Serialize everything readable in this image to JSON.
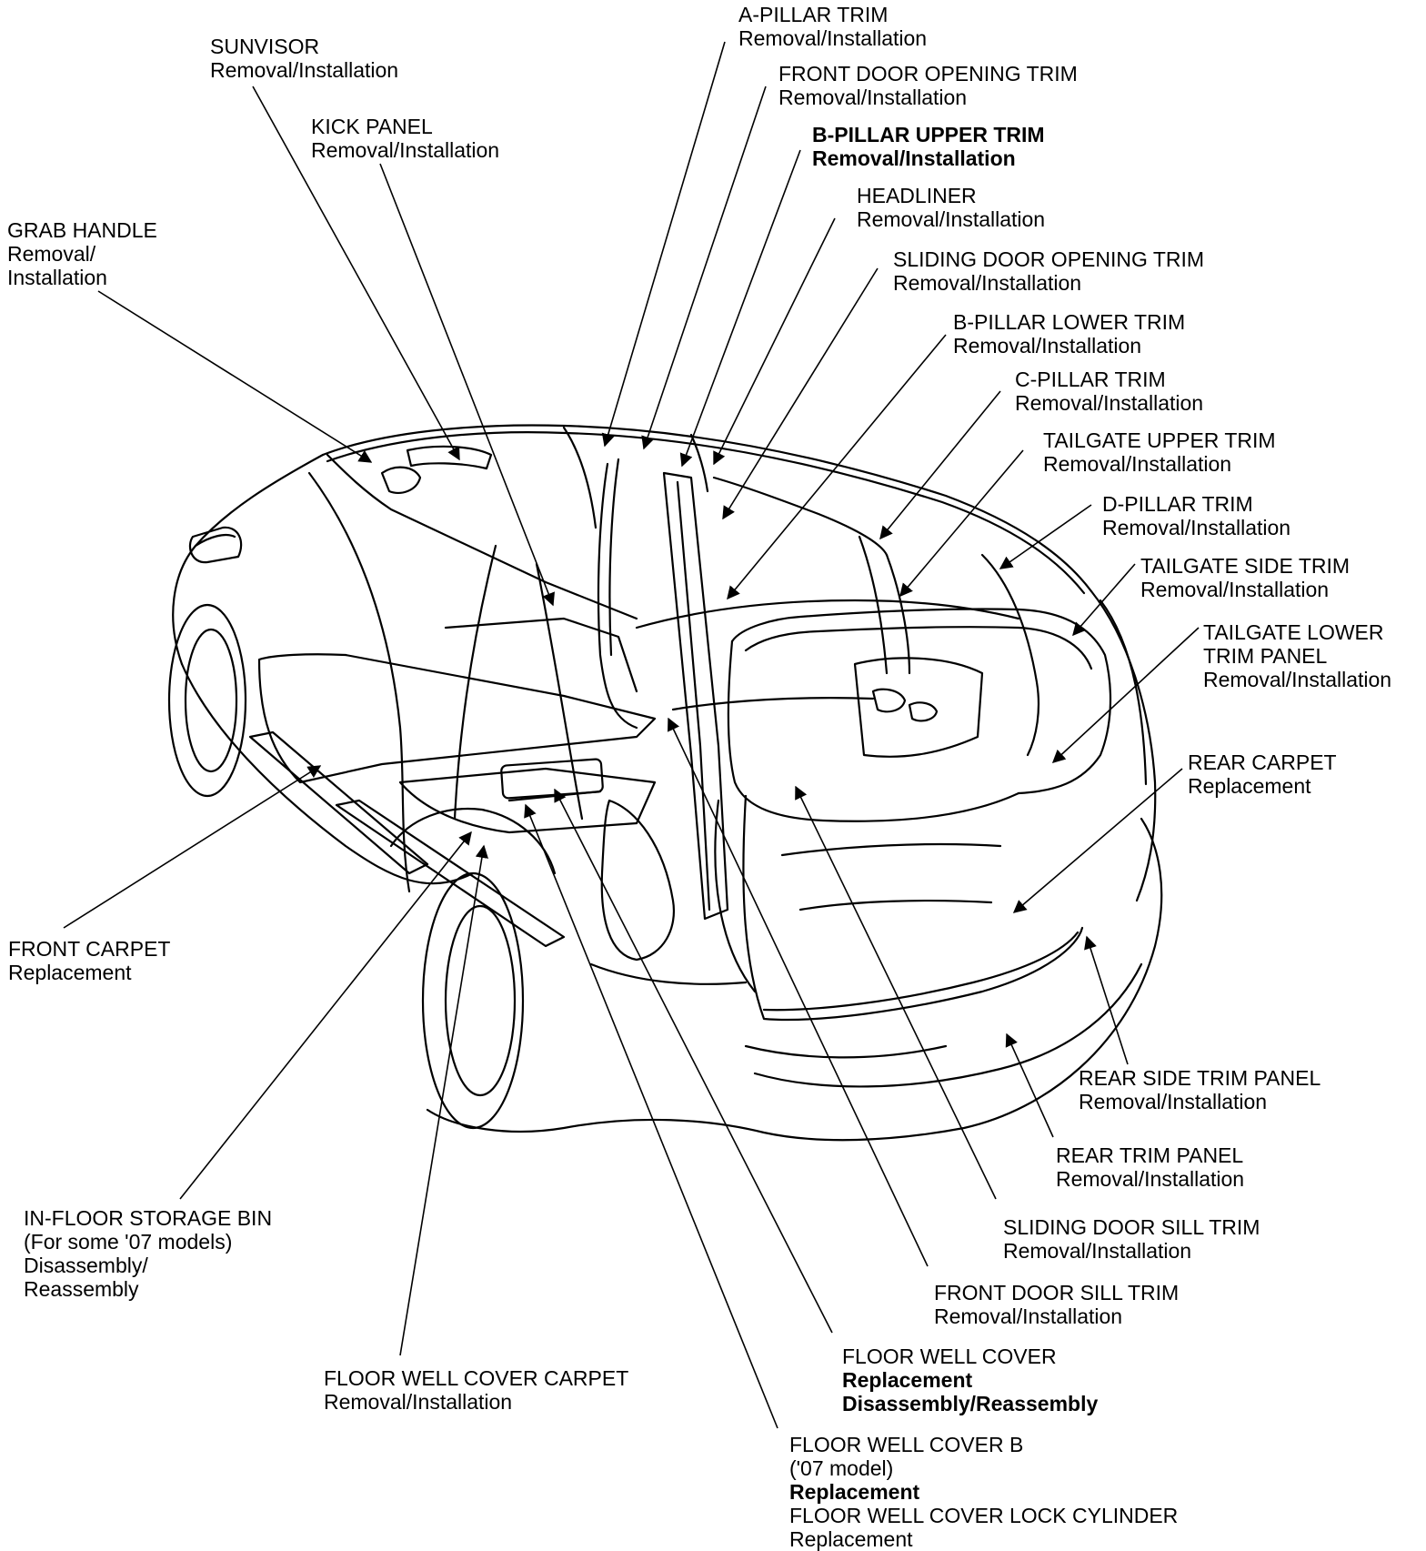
{
  "callouts": [
    {
      "id": "a-pillar-trim",
      "lines": [
        {
          "text": "A-PILLAR TRIM"
        },
        {
          "text": "Removal/Installation"
        }
      ]
    },
    {
      "id": "sunvisor",
      "lines": [
        {
          "text": "SUNVISOR"
        },
        {
          "text": "Removal/Installation"
        }
      ]
    },
    {
      "id": "front-door-opening-trim",
      "lines": [
        {
          "text": "FRONT DOOR OPENING TRIM"
        },
        {
          "text": "Removal/Installation"
        }
      ]
    },
    {
      "id": "kick-panel",
      "lines": [
        {
          "text": "KICK PANEL"
        },
        {
          "text": "Removal/Installation"
        }
      ]
    },
    {
      "id": "b-pillar-upper-trim",
      "lines": [
        {
          "text": "B-PILLAR UPPER TRIM",
          "bold": true
        },
        {
          "text": "Removal/Installation",
          "bold": true
        }
      ]
    },
    {
      "id": "headliner",
      "lines": [
        {
          "text": "HEADLINER"
        },
        {
          "text": "Removal/Installation"
        }
      ]
    },
    {
      "id": "grab-handle",
      "lines": [
        {
          "text": "GRAB HANDLE"
        },
        {
          "text": "Removal/"
        },
        {
          "text": "Installation"
        }
      ]
    },
    {
      "id": "sliding-door-opening-trim",
      "lines": [
        {
          "text": "SLIDING DOOR OPENING TRIM"
        },
        {
          "text": "Removal/Installation"
        }
      ]
    },
    {
      "id": "b-pillar-lower-trim",
      "lines": [
        {
          "text": "B-PILLAR LOWER TRIM"
        },
        {
          "text": "Removal/Installation"
        }
      ]
    },
    {
      "id": "c-pillar-trim",
      "lines": [
        {
          "text": "C-PILLAR TRIM"
        },
        {
          "text": "Removal/Installation"
        }
      ]
    },
    {
      "id": "tailgate-upper-trim",
      "lines": [
        {
          "text": "TAILGATE UPPER TRIM"
        },
        {
          "text": "Removal/Installation"
        }
      ]
    },
    {
      "id": "d-pillar-trim",
      "lines": [
        {
          "text": "D-PILLAR TRIM"
        },
        {
          "text": "Removal/Installation"
        }
      ]
    },
    {
      "id": "tailgate-side-trim",
      "lines": [
        {
          "text": "TAILGATE SIDE TRIM"
        },
        {
          "text": "Removal/Installation"
        }
      ]
    },
    {
      "id": "tailgate-lower-trim-panel",
      "lines": [
        {
          "text": "TAILGATE LOWER"
        },
        {
          "text": "TRIM PANEL"
        },
        {
          "text": "Removal/Installation"
        }
      ]
    },
    {
      "id": "rear-carpet",
      "lines": [
        {
          "text": "REAR CARPET"
        },
        {
          "text": "Replacement"
        }
      ]
    },
    {
      "id": "front-carpet",
      "lines": [
        {
          "text": "FRONT CARPET"
        },
        {
          "text": "Replacement"
        }
      ]
    },
    {
      "id": "rear-side-trim-panel",
      "lines": [
        {
          "text": "REAR SIDE TRIM PANEL"
        },
        {
          "text": "Removal/Installation"
        }
      ]
    },
    {
      "id": "rear-trim-panel",
      "lines": [
        {
          "text": "REAR TRIM PANEL"
        },
        {
          "text": "Removal/Installation"
        }
      ]
    },
    {
      "id": "in-floor-storage-bin",
      "lines": [
        {
          "text": "IN-FLOOR STORAGE BIN"
        },
        {
          "text": "(For some '07 models)"
        },
        {
          "text": "Disassembly/"
        },
        {
          "text": "Reassembly"
        }
      ]
    },
    {
      "id": "sliding-door-sill-trim",
      "lines": [
        {
          "text": "SLIDING DOOR SILL TRIM"
        },
        {
          "text": "Removal/Installation"
        }
      ]
    },
    {
      "id": "front-door-sill-trim",
      "lines": [
        {
          "text": "FRONT DOOR SILL TRIM"
        },
        {
          "text": "Removal/Installation"
        }
      ]
    },
    {
      "id": "floor-well-cover-carpet",
      "lines": [
        {
          "text": "FLOOR WELL COVER CARPET"
        },
        {
          "text": "Removal/Installation"
        }
      ]
    },
    {
      "id": "floor-well-cover",
      "lines": [
        {
          "text": "FLOOR WELL COVER"
        },
        {
          "text": "Replacement",
          "bold": true
        },
        {
          "text": "Disassembly/Reassembly",
          "bold": true
        }
      ]
    },
    {
      "id": "floor-well-cover-b",
      "lines": [
        {
          "text": "FLOOR WELL COVER B"
        },
        {
          "text": "('07 model)"
        },
        {
          "text": "Replacement",
          "bold": true
        },
        {
          "text": "FLOOR WELL COVER LOCK CYLINDER"
        },
        {
          "text": "Replacement"
        }
      ]
    }
  ]
}
